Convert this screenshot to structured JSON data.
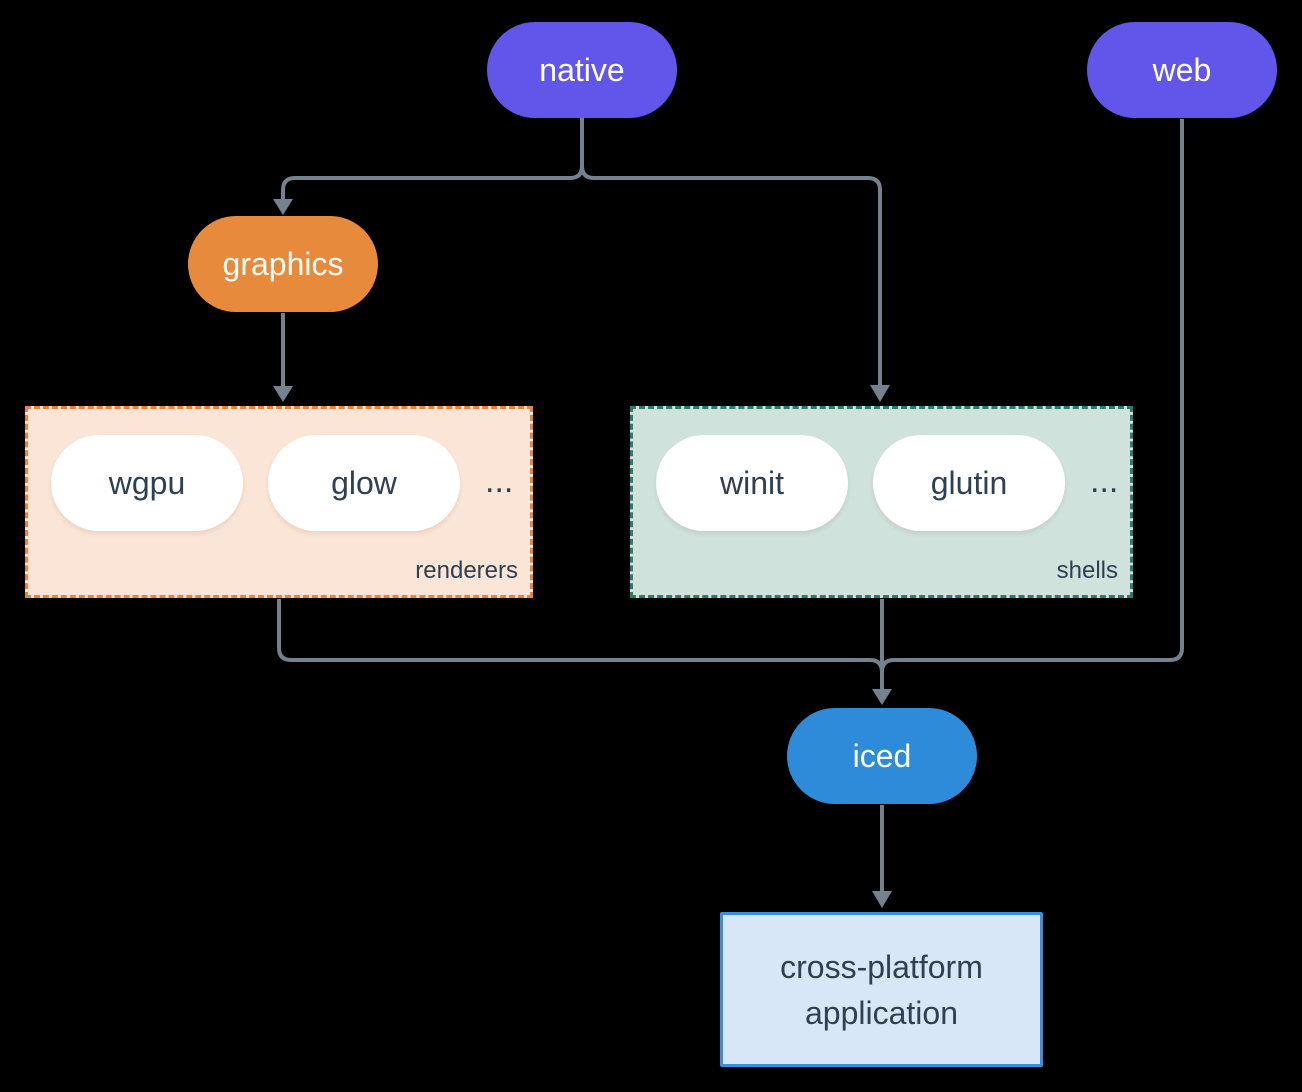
{
  "diagram": {
    "background": "#000000",
    "connector_color": "#74828F",
    "nodes": {
      "native": {
        "label": "native",
        "color": "#6156E9",
        "text_color": "#FFFFFF"
      },
      "web": {
        "label": "web",
        "color": "#6156E9",
        "text_color": "#FFFFFF"
      },
      "graphics": {
        "label": "graphics",
        "color": "#E88A3C",
        "text_color": "#FFFFFF"
      },
      "iced": {
        "label": "iced",
        "color": "#2E8BD9",
        "text_color": "#FFFFFF"
      },
      "application": {
        "line1": "cross-platform",
        "line2": "application",
        "bg": "#D7E7F8",
        "border": "#3E8EDD",
        "text_color": "#2E4051"
      }
    },
    "groups": {
      "renderers": {
        "label": "renderers",
        "items": [
          "wgpu",
          "glow"
        ],
        "ellipsis": "...",
        "bg": "#FBE5D6",
        "border": "#E8823C"
      },
      "shells": {
        "label": "shells",
        "items": [
          "winit",
          "glutin"
        ],
        "ellipsis": "...",
        "bg": "#CFE2DB",
        "border": "#2A7D6C"
      }
    }
  }
}
